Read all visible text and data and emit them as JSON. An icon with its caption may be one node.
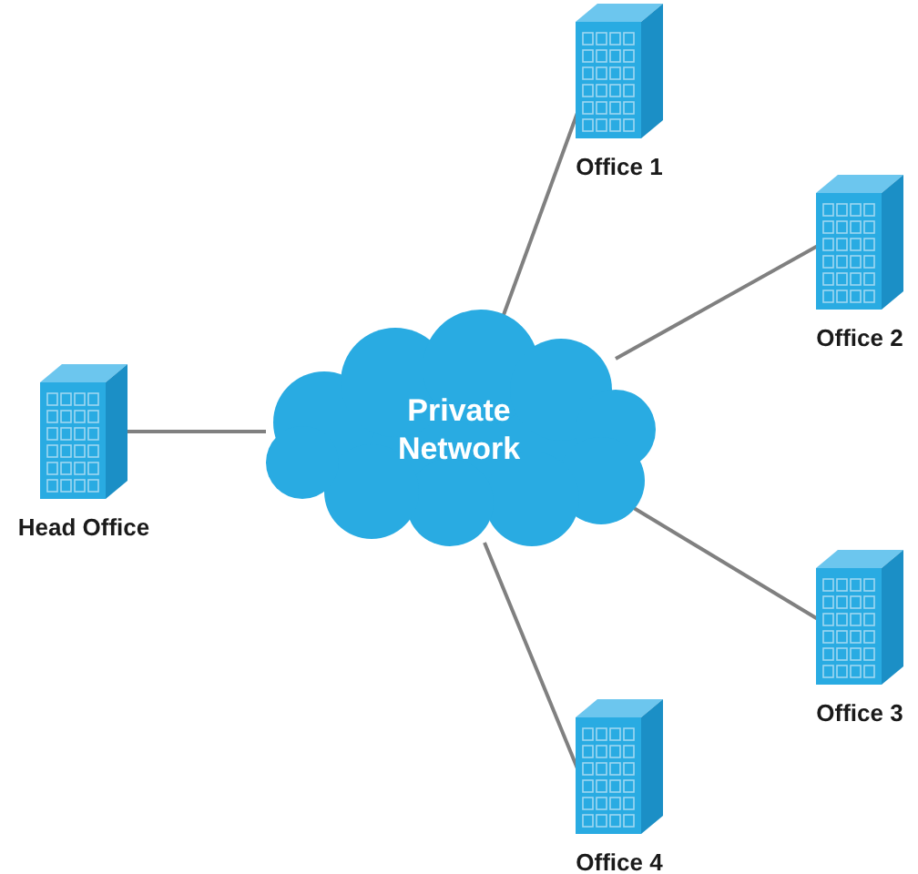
{
  "diagram": {
    "nodes": [
      {
        "text": [
          "Office 1"
        ]
      },
      {
        "text": [
          "Office 2"
        ]
      },
      {
        "text": [
          "Head Office"
        ]
      },
      {
        "text": [
          "Private Network"
        ]
      },
      {
        "text": [
          "Office 3"
        ]
      },
      {
        "text": [
          "Office 4"
        ]
      }
    ],
    "edges": [
      {
        "from": 3,
        "to": 0,
        "arrow": "none"
      },
      {
        "from": 3,
        "to": 1,
        "arrow": "none"
      },
      {
        "from": 2,
        "to": 3,
        "arrow": "none"
      },
      {
        "from": 3,
        "to": 4,
        "arrow": "none"
      },
      {
        "from": 3,
        "to": 5,
        "arrow": "none"
      }
    ]
  }
}
